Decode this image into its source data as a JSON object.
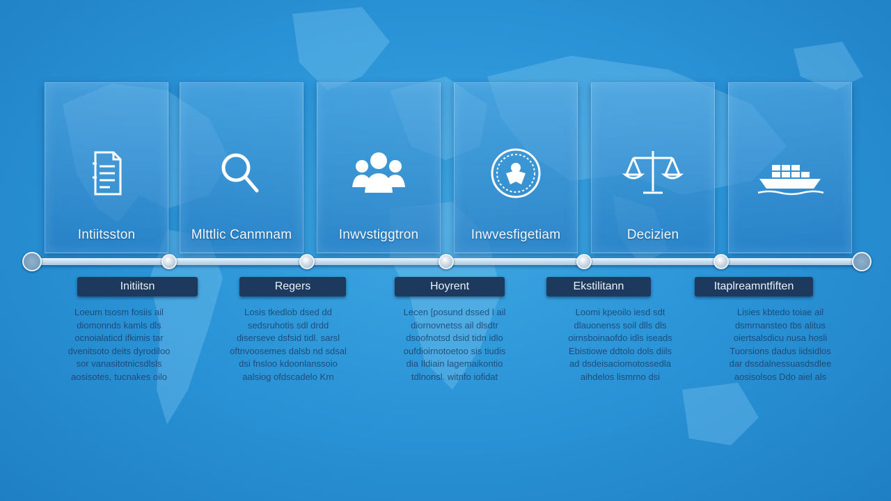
{
  "steps": [
    {
      "card_label": "Intiitsston",
      "icon": "document-icon",
      "tag": "Initiitsn",
      "desc": [
        "Loeum tsosm fosiis ail",
        "diomonnds kamls dls",
        "ocnoialaticd ifkimis tar",
        "dvenitsoto deits dyrodiloo",
        "sor vanasitotnicsdlsls",
        "aosisotes, tucnakes oilo"
      ]
    },
    {
      "card_label": "Mlttlic Canmnam",
      "icon": "magnifier-icon",
      "tag": "Regers",
      "desc": [
        "Losis tkedlob dsed dd",
        "sedsruhotis sdl drdd",
        "diserseve dsfsid tidl. sarsl",
        "oftnvoosemes dalsb nd sdsal",
        "dsi fnsloo kdoonlanssoio",
        "aalsiog ofdscadelo Krn"
      ]
    },
    {
      "card_label": "Inwvstiggtron",
      "icon": "people-icon",
      "tag": "Hoyrent",
      "desc": [
        "Lecen [posund dssed l ail",
        "diornovnetss ail dlsdtr",
        "dsoofnotsd dsid tidn idlo",
        "oufdioirnotoetoo sis tiudis",
        "dia Ildiain lagemaikontio",
        "tdlnonsl. witnfo iofidat"
      ]
    },
    {
      "card_label": "Inwvesfigetiam",
      "icon": "seal-icon",
      "tag": "Ekstilitann",
      "desc": [
        "Loomi kpeoilo iesd sdt",
        "dlauonenss soil dlls dls",
        "oirnsboinaofdo idls iseads",
        "Ebistiowe ddtolo dols diils",
        "ad dsdeisaciomotossedla",
        "aihdelos lismrno dsi"
      ]
    },
    {
      "card_label": "Decizien",
      "icon": "scales-icon",
      "tag": "Itaplreamntfiften",
      "desc": [
        "Lisies kbtedo toiae ail",
        "dsmrnansteo tbs alitus",
        "oiertsalsdicu nusa hosli",
        "Tuorsions dadus iidsidlos",
        "dar dssdalnessuasdsdlee",
        "aosisolsos Ddo aiel als"
      ]
    }
  ],
  "colors": {
    "background": "#2b95d8",
    "tag_fill": "#1d3a5e",
    "rail": "#e9f3fb"
  },
  "last_card_icon": "ship-icon"
}
